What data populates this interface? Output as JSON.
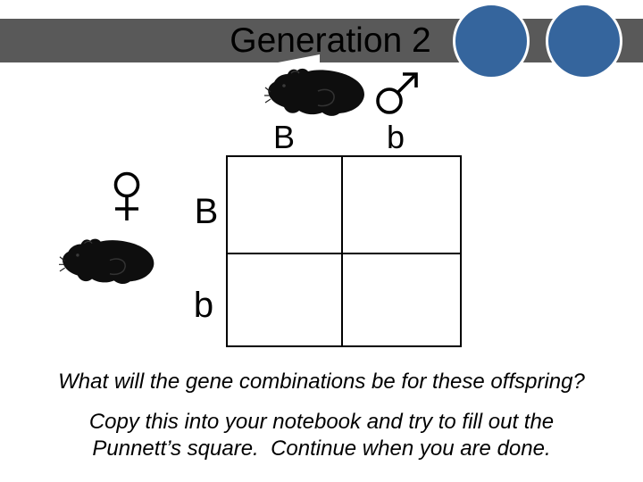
{
  "slide": {
    "title": "Generation 2",
    "question": "What will the gene combinations be for these offspring?",
    "instructions": [
      "Copy this into your notebook and try to fill out the",
      "Punnett’s square.  Continue when you are done."
    ]
  },
  "parents": {
    "male": {
      "symbol": "♂",
      "alleles": [
        "B",
        "b"
      ]
    },
    "female": {
      "symbol": "♀",
      "alleles": [
        "B",
        "b"
      ]
    }
  },
  "punnett": {
    "cells": [
      "",
      "",
      "",
      ""
    ]
  },
  "icons": {
    "male_symbol": "male-sign",
    "female_symbol": "female-sign",
    "guinea_pig": "black-guinea-pig-silhouette"
  },
  "colors": {
    "banner": "#595959",
    "decor_circle": "#35659d",
    "text": "#000000"
  }
}
